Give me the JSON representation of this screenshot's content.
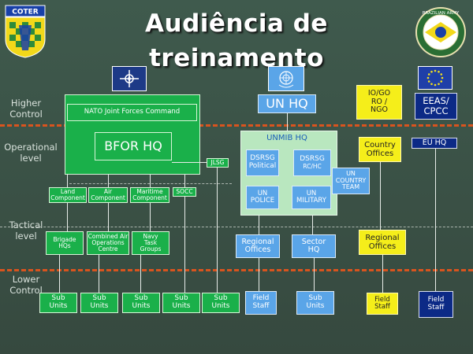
{
  "title": "Audiência de treinamento",
  "logos": {
    "coter": "COTER",
    "brazilian_army": "BRAZILIAN ARMY"
  },
  "levels": {
    "higher": [
      "Higher",
      "Control"
    ],
    "operational": [
      "Operational",
      "level"
    ],
    "tactical": [
      "Tactical",
      "level"
    ],
    "lower": [
      "Lower",
      "Control"
    ]
  },
  "nato": {
    "jfc": "NATO Joint Forces Command",
    "bfor": "BFOR HQ",
    "jlsg": "JLSG",
    "components": [
      [
        "Land",
        "Component"
      ],
      [
        "Air",
        "Component"
      ],
      [
        "Maritime",
        "Component"
      ]
    ],
    "socc": "SOCC",
    "tactical": [
      [
        "Brigade",
        "HQs"
      ],
      [
        "Combined Air",
        "Operations",
        "Centre"
      ],
      [
        "Navy",
        "Task",
        "Groups"
      ]
    ],
    "sub_units": [
      [
        "Sub",
        "Units"
      ],
      [
        "Sub",
        "Units"
      ],
      [
        "Sub",
        "Units"
      ],
      [
        "Sub",
        "Units"
      ],
      [
        "Sub",
        "Units"
      ]
    ]
  },
  "un": {
    "hq": "UN HQ",
    "unmib": "UNMIB HQ",
    "dsrsg_political": [
      "DSRSG",
      "Political"
    ],
    "dsrsg_rc": [
      "DSRSG",
      "RC/HC"
    ],
    "un_police": [
      "UN",
      "POLICE"
    ],
    "un_military": [
      "UN",
      "MILITARY"
    ],
    "country_team": [
      "UN",
      "COUNTRY",
      "TEAM"
    ],
    "regional_offices": [
      "Regional",
      "Offices"
    ],
    "sector_hq": [
      "Sector",
      "HQ"
    ],
    "field_staff": [
      "Field",
      "Staff"
    ],
    "sub_units": [
      "Sub",
      "Units"
    ]
  },
  "ngo": {
    "top": [
      "IO/GO",
      "RO /",
      "NGO"
    ],
    "country_offices": [
      "Country",
      "Offices"
    ],
    "regional_offices": [
      "Regional",
      "Offices"
    ],
    "field_staff": [
      "Field",
      "Staff"
    ]
  },
  "eu": {
    "eeas": [
      "EEAS/",
      "CPCC"
    ],
    "hq": "EU HQ",
    "field_staff": [
      "Field",
      "Staff"
    ]
  }
}
